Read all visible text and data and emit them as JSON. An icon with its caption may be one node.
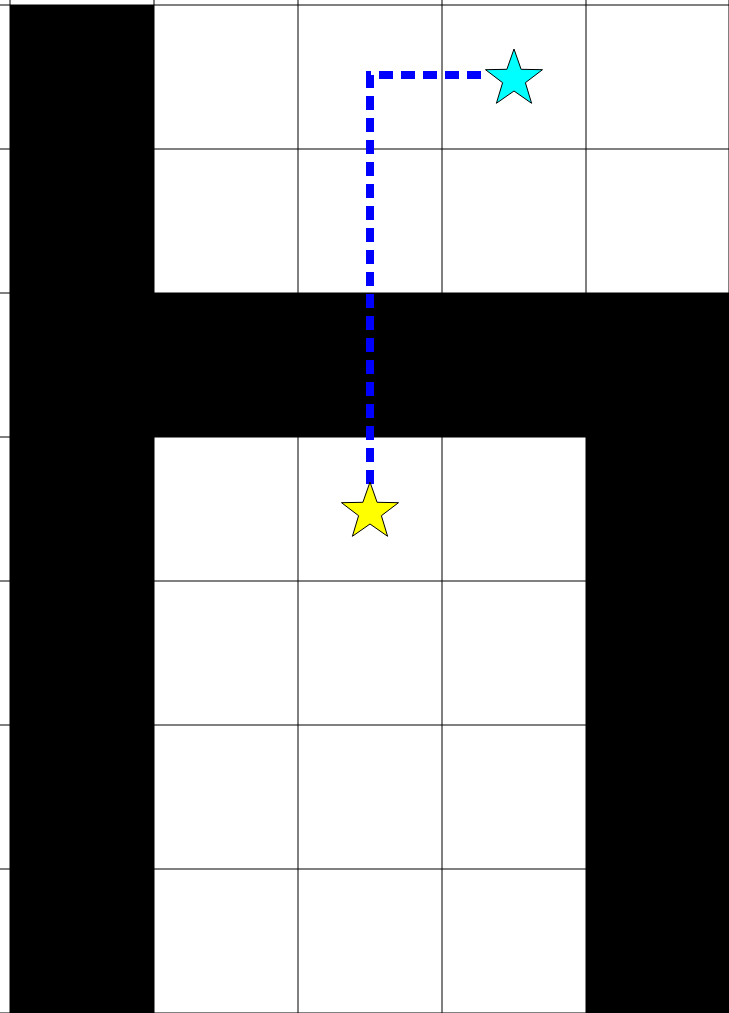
{
  "diagram": {
    "nodes": [
      {
        "text": [],
        "shape": "star"
      },
      {
        "text": [],
        "shape": "star"
      }
    ],
    "edges": [
      {
        "from": 1,
        "to": 0,
        "arrow": "none",
        "style": "dashed",
        "color": "#0000ff"
      }
    ]
  }
}
